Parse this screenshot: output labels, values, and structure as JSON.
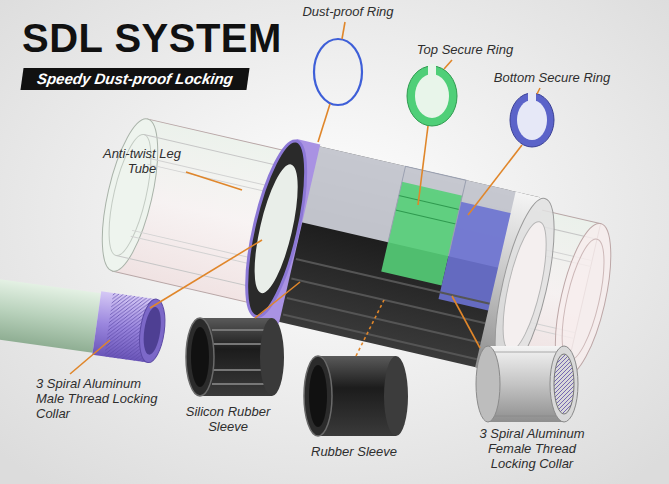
{
  "diagram": {
    "title": "SDL SYSTEM",
    "labels": [
      "Speedy Dust-proof Locking",
      "Dust-proof Ring",
      "Top Secure Ring",
      "Bottom Secure Ring",
      "Anti-twist Leg Tube",
      "3 Spiral Aluminum Male Thread Locking Collar",
      "Silicon Rubber Sleeve",
      "Rubber Sleeve",
      "3 Spiral Aluminum Female Thread Locking Collar"
    ]
  }
}
